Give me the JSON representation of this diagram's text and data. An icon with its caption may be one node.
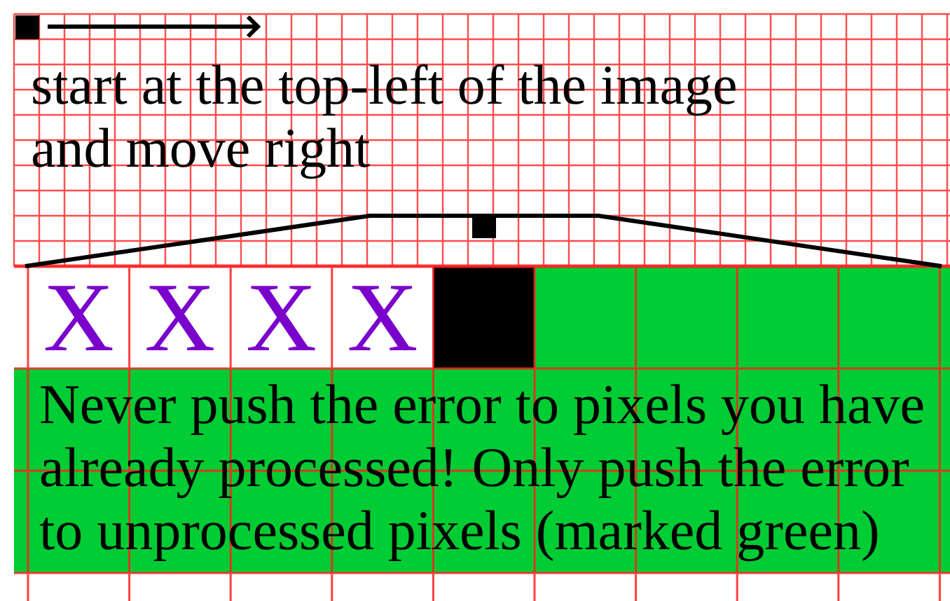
{
  "diagram": {
    "labels": [
      "start at the top-left of the image and move right",
      "X",
      "X",
      "X",
      "X",
      "Never push the error to pixels you have already processed! Only push the error to unprocessed pixels (marked green)"
    ]
  }
}
